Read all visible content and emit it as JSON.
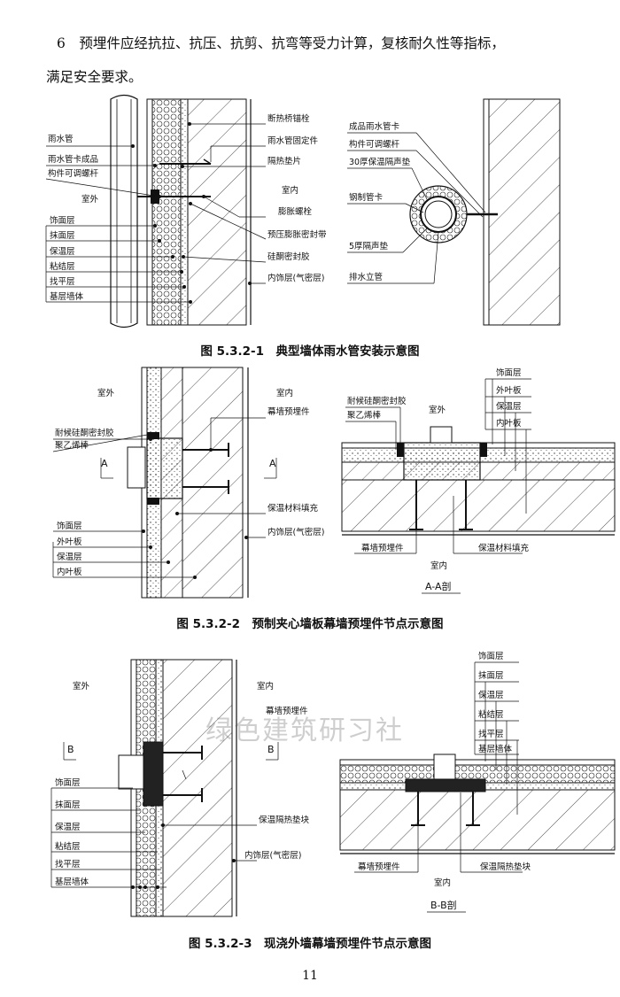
{
  "paragraph": {
    "line1": "6　预埋件应经抗拉、抗压、抗剪、抗弯等受力计算，复核耐久性等指标，",
    "line2": "满足安全要求。"
  },
  "fig1": {
    "caption": "图 5.3.2-1　典型墙体雨水管安装示意图",
    "left_labels": [
      "雨水管",
      "雨水管卡成品",
      "构件可调螺杆",
      "室外"
    ],
    "layer_labels": [
      "饰面层",
      "抹面层",
      "保温层",
      "粘结层",
      "找平层",
      "基层墙体"
    ],
    "right_labels": [
      "断热桥锚栓",
      "雨水管固定件",
      "隔热垫片",
      "室内",
      "膨胀螺栓",
      "预压膨胀密封带",
      "硅酮密封胶",
      "内饰层(气密层)"
    ],
    "detail_labels": [
      "成品雨水管卡",
      "构件可调螺杆",
      "30厚保温隔声垫",
      "钢制管卡",
      "5厚隔声垫",
      "排水立管"
    ]
  },
  "fig2": {
    "caption": "图 5.3.2-2　预制夹心墙板幕墙预埋件节点示意图",
    "labels": [
      "室外",
      "耐候硅酮密封胶",
      "聚乙烯棒",
      "A",
      "A",
      "室内",
      "幕墙预埋件",
      "保温材料填充",
      "内饰层(气密层)"
    ],
    "layer_labels": [
      "饰面层",
      "外叶板",
      "保温层",
      "内叶板"
    ],
    "section_labels": [
      "耐候硅酮密封胶",
      "聚乙烯棒",
      "室外",
      "幕墙预埋件",
      "室内",
      "保温材料填充"
    ],
    "section_layers": [
      "饰面层",
      "外叶板",
      "保温层",
      "内叶板"
    ],
    "section_title": "A-A剖"
  },
  "fig3": {
    "caption": "图 5.3.2-3　现浇外墙幕墙预埋件节点示意图",
    "labels": [
      "室外",
      "B",
      "B",
      "室内",
      "幕墙预埋件",
      "保温隔热垫块",
      "内饰层(气密层)"
    ],
    "layer_labels": [
      "饰面层",
      "抹面层",
      "保温层",
      "粘结层",
      "找平层",
      "基层墙体"
    ],
    "section_labels": [
      "幕墙预埋件",
      "室内",
      "保温隔热垫块"
    ],
    "section_layers": [
      "饰面层",
      "抹面层",
      "保温层",
      "粘结层",
      "找平层",
      "基层墙体"
    ],
    "section_title": "B-B剖"
  },
  "watermark": "绿色建筑研习社",
  "page_number": "11"
}
